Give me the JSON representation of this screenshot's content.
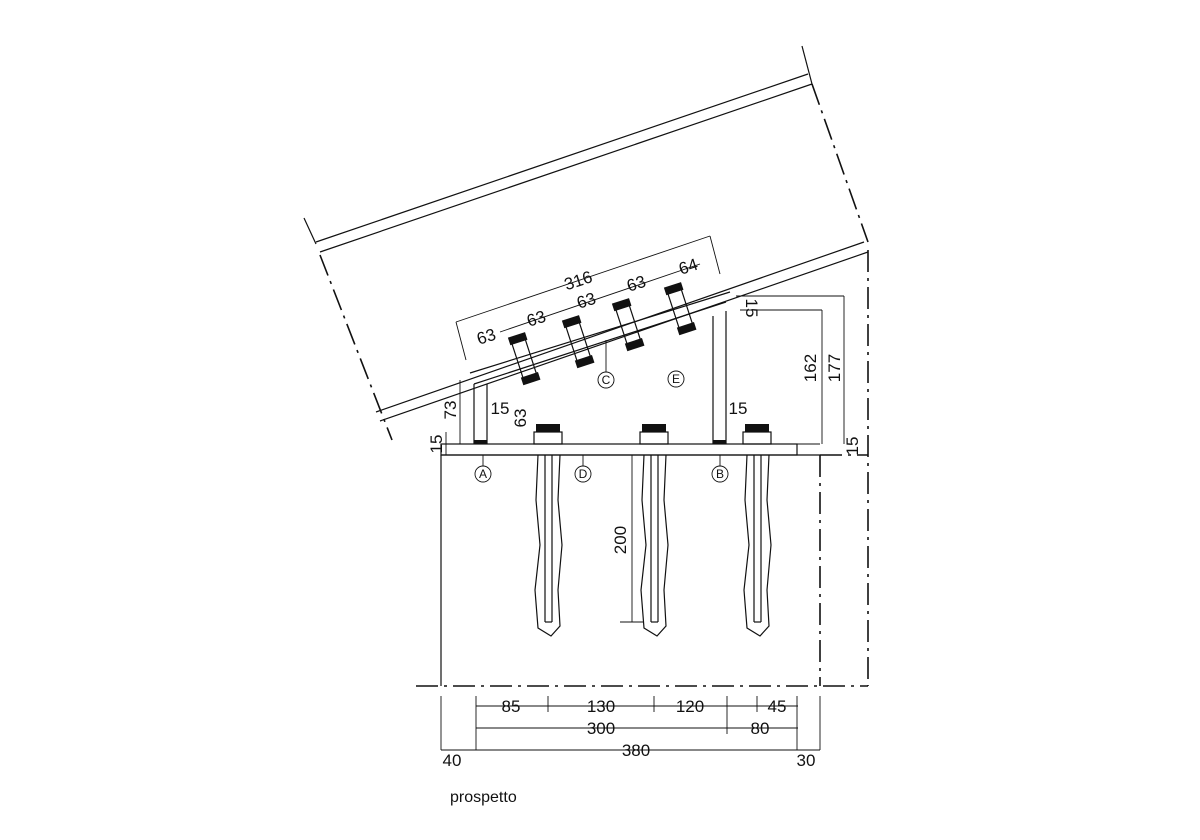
{
  "caption": "prospetto",
  "markers": [
    "A",
    "B",
    "C",
    "D",
    "E"
  ],
  "dims": {
    "top_total": "316",
    "top_spacing": [
      "63",
      "63",
      "63",
      "63",
      "64"
    ],
    "vert_15_top": "15",
    "vert_162": "162",
    "vert_177": "177",
    "vert_73": "73",
    "vert_15_left": "15",
    "vert_15_right": "15",
    "inner_15_left": "15",
    "inner_63": "63",
    "inner_15_right": "15",
    "anchor_200": "200",
    "bottom_row1": [
      "85",
      "130",
      "120",
      "45"
    ],
    "bottom_300": "300",
    "bottom_80": "80",
    "bottom_380": "380",
    "bottom_40": "40",
    "bottom_30": "30"
  }
}
